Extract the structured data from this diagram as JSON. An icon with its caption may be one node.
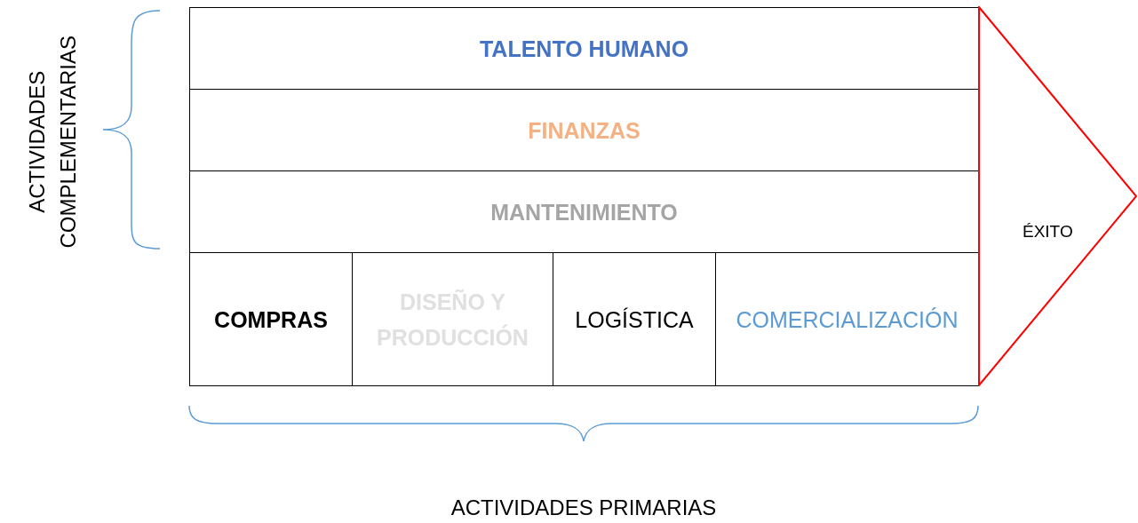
{
  "diagram": {
    "nodes": [
      {
        "text": [
          "TALENTO HUMANO"
        ]
      },
      {
        "text": [
          "FINANZAS"
        ]
      },
      {
        "text": [
          "MANTENIMIENTO"
        ]
      },
      {
        "text": [
          "COMPRAS"
        ]
      },
      {
        "text": [
          "DISEÑO Y PRODUCCIÓN"
        ]
      },
      {
        "text": [
          "LOGÍSTICA"
        ]
      },
      {
        "text": [
          "COMERCIALIZACIÓN"
        ]
      },
      {
        "text": [
          "ÉXITO"
        ]
      }
    ],
    "labels": [
      "ACTIVIDADES COMPLEMENTARIAS",
      "ACTIVIDADES PRIMARIAS"
    ]
  }
}
